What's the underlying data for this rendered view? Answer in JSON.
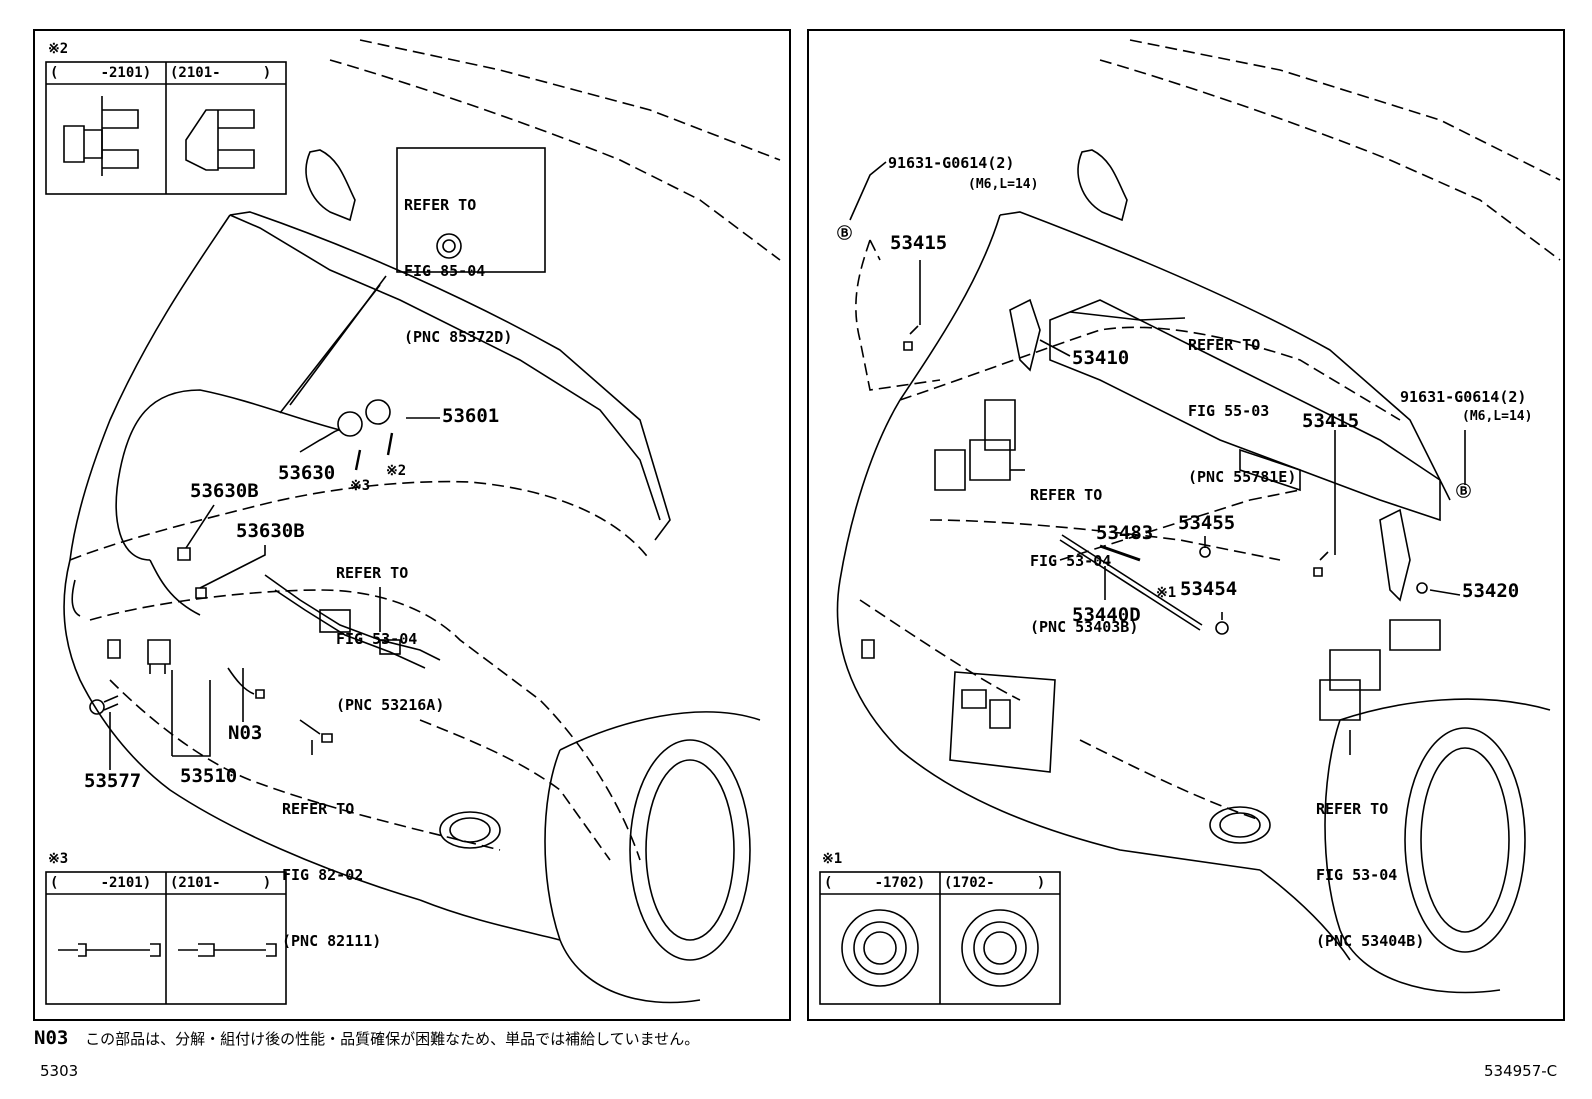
{
  "left_panel": {
    "inset_top": {
      "mark": "※2",
      "col1": "(     -2101)",
      "col2": "(2101-     )"
    },
    "inset_bottom": {
      "mark": "※3",
      "col1": "(     -2101)",
      "col2": "(2101-     )"
    },
    "ref_85": {
      "l1": "REFER TO",
      "l2": "FIG 85-04",
      "l3": "(PNC 85372D)"
    },
    "ref_53a": {
      "l1": "REFER TO",
      "l2": "FIG 53-04",
      "l3": "(PNC 53216A)"
    },
    "ref_82": {
      "l1": "REFER TO",
      "l2": "FIG 82-02",
      "l3": "(PNC 82111)"
    },
    "parts": {
      "p53601": "53601",
      "p53630": "53630",
      "p53630b_1": "53630B",
      "p53630b_2": "53630B",
      "n03": "N03",
      "p53577": "53577",
      "p53510": "53510"
    },
    "marks": {
      "m3": "※3",
      "m2": "※2"
    }
  },
  "right_panel": {
    "inset_bottom": {
      "mark": "※1",
      "col1": "(     -1702)",
      "col2": "(1702-     )"
    },
    "bolt_1": {
      "part": "91631-G0614(2)",
      "spec": "(M6,L=14)",
      "marker": "Ⓑ"
    },
    "bolt_2": {
      "part": "91631-G0614(2)",
      "spec": "(M6,L=14)",
      "marker": "Ⓑ"
    },
    "ref_55": {
      "l1": "REFER TO",
      "l2": "FIG 55-03",
      "l3": "(PNC 55781E)"
    },
    "ref_53b": {
      "l1": "REFER TO",
      "l2": "FIG 53-04",
      "l3": "(PNC 53403B)"
    },
    "ref_53c": {
      "l1": "REFER TO",
      "l2": "FIG 53-04",
      "l3": "(PNC 53404B)"
    },
    "parts": {
      "p53415_1": "53415",
      "p53410": "53410",
      "p53415_2": "53415",
      "p53483": "53483",
      "p53455": "53455",
      "p53454": "53454",
      "p53440d": "53440D",
      "p53420": "53420"
    },
    "marks": {
      "m1": "※1"
    }
  },
  "footer": {
    "note_code": "N03",
    "note_text": "この部品は、分解・組付け後の性能・品質確保が困難なため、単品では補給していません。",
    "page_code": "5303",
    "figure_code": "534957-C"
  }
}
